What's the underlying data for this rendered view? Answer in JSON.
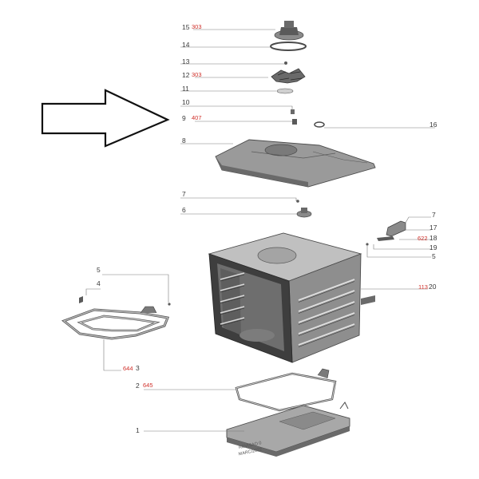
{
  "diagram": {
    "colors": {
      "part_dark": "#4a4a4a",
      "part_mid": "#8a8a8a",
      "part_light": "#c4c4c4",
      "leader": "#7a7a7a",
      "code": "#d0302a"
    },
    "callouts": {
      "c15": {
        "num": "15",
        "code": "303"
      },
      "c14": {
        "num": "14",
        "code": ""
      },
      "c13": {
        "num": "13",
        "code": ""
      },
      "c12": {
        "num": "12",
        "code": "303"
      },
      "c11": {
        "num": "11",
        "code": ""
      },
      "c10": {
        "num": "10",
        "code": ""
      },
      "c9": {
        "num": "9",
        "code": "407"
      },
      "c8": {
        "num": "8",
        "code": ""
      },
      "c16": {
        "num": "16",
        "code": ""
      },
      "c7a": {
        "num": "7",
        "code": ""
      },
      "c6": {
        "num": "6",
        "code": ""
      },
      "c7b": {
        "num": "7",
        "code": ""
      },
      "c17": {
        "num": "17",
        "code": ""
      },
      "c18": {
        "num": "18",
        "code": "622"
      },
      "c19": {
        "num": "19",
        "code": ""
      },
      "c5b": {
        "num": "5",
        "code": ""
      },
      "c20": {
        "num": "20",
        "code": "113"
      },
      "c5a": {
        "num": "5",
        "code": ""
      },
      "c4": {
        "num": "4",
        "code": ""
      },
      "c3": {
        "num": "3",
        "code": "644"
      },
      "c2": {
        "num": "2",
        "code": "645"
      },
      "c1": {
        "num": "1",
        "code": ""
      }
    },
    "revision": {
      "line1": "REVISAO 0",
      "line2": "MARC/2022"
    }
  }
}
